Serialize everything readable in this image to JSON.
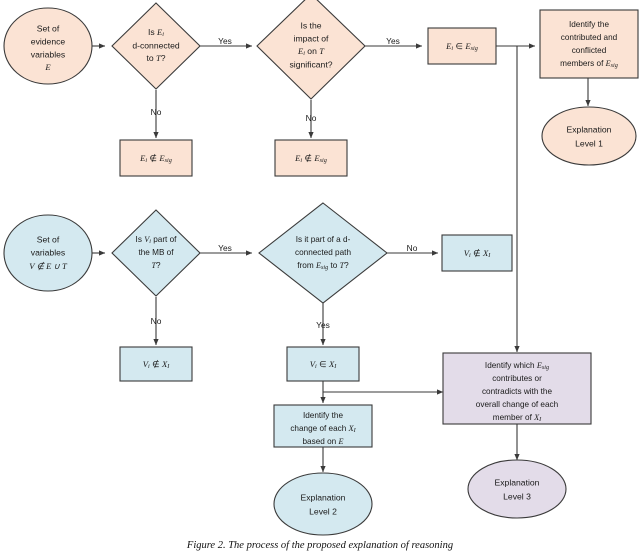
{
  "figure": {
    "caption": "Figure 2. The process of the proposed explanation of reasoning",
    "colors": {
      "peach_fill": "#fbe3d4",
      "blue_fill": "#d4e9f0",
      "lilac_fill": "#e3dce9",
      "stroke": "#3a3a3a",
      "background": "#ffffff"
    }
  },
  "chart_data": {
    "type": "diagram",
    "title": "Figure 2. The process of the proposed explanation of reasoning",
    "nodes": [
      {
        "id": "start-evidence",
        "shape": "ellipse",
        "color": "peach",
        "lines": [
          "Set of",
          "evidence",
          "variables",
          "E"
        ]
      },
      {
        "id": "q-d-connected",
        "shape": "diamond",
        "color": "peach",
        "lines": [
          "Is Ei",
          "d-connected",
          "to T?"
        ]
      },
      {
        "id": "no-esig-1",
        "shape": "rect",
        "color": "peach",
        "lines": [
          "Ei ∉ Esig"
        ]
      },
      {
        "id": "q-impact-significant",
        "shape": "diamond",
        "color": "peach",
        "lines": [
          "Is the",
          "impact of",
          "Ei on T",
          "significant?"
        ]
      },
      {
        "id": "no-esig-2",
        "shape": "rect",
        "color": "peach",
        "lines": [
          "Ei ∉ Esig"
        ]
      },
      {
        "id": "in-esig",
        "shape": "rect",
        "color": "peach",
        "lines": [
          "Ei ∈ Esig"
        ]
      },
      {
        "id": "identify-contributed",
        "shape": "rect",
        "color": "peach",
        "lines": [
          "Identify the",
          "contributed and",
          "conflicted",
          "members of Esig"
        ]
      },
      {
        "id": "explanation-level-1",
        "shape": "ellipse",
        "color": "peach",
        "lines": [
          "Explanation",
          "Level 1"
        ]
      },
      {
        "id": "start-variables",
        "shape": "ellipse",
        "color": "blue",
        "lines": [
          "Set of",
          "variables",
          "V ∉ E ∪ T"
        ]
      },
      {
        "id": "q-markov-blanket",
        "shape": "diamond",
        "color": "blue",
        "lines": [
          "Is Vi part of",
          "the MB of",
          "T?"
        ]
      },
      {
        "id": "not-in-xi-1",
        "shape": "rect",
        "color": "blue",
        "lines": [
          "Vi ∉ XI"
        ]
      },
      {
        "id": "q-d-connected-path",
        "shape": "diamond",
        "color": "blue",
        "lines": [
          "Is it part of a d-",
          "connected path",
          "from Esig to T?"
        ]
      },
      {
        "id": "not-in-xi-2",
        "shape": "rect",
        "color": "blue",
        "lines": [
          "Vi ∉ XI"
        ]
      },
      {
        "id": "in-xi",
        "shape": "rect",
        "color": "blue",
        "lines": [
          "Vi ∈ XI"
        ]
      },
      {
        "id": "identify-change",
        "shape": "rect",
        "color": "blue",
        "lines": [
          "Identify the",
          "change of each XI",
          "based on E"
        ]
      },
      {
        "id": "explanation-level-2",
        "shape": "ellipse",
        "color": "blue",
        "lines": [
          "Explanation",
          "Level 2"
        ]
      },
      {
        "id": "identify-which-esig",
        "shape": "rect",
        "color": "lilac",
        "lines": [
          "Identify which Esig",
          "contributes or",
          "contradicts with the",
          "overall change of each",
          "member of XI"
        ]
      },
      {
        "id": "explanation-level-3",
        "shape": "ellipse",
        "color": "lilac",
        "lines": [
          "Explanation",
          "Level 3"
        ]
      }
    ],
    "edge_labels": [
      "Yes",
      "No",
      "Yes",
      "No",
      "Yes",
      "No",
      "No",
      "Yes"
    ],
    "edges": [
      {
        "from": "start-evidence",
        "to": "q-d-connected",
        "label": ""
      },
      {
        "from": "q-d-connected",
        "to": "q-impact-significant",
        "label": "Yes"
      },
      {
        "from": "q-d-connected",
        "to": "no-esig-1",
        "label": "No"
      },
      {
        "from": "q-impact-significant",
        "to": "in-esig",
        "label": "Yes"
      },
      {
        "from": "q-impact-significant",
        "to": "no-esig-2",
        "label": "No"
      },
      {
        "from": "in-esig",
        "to": "identify-contributed",
        "label": ""
      },
      {
        "from": "in-esig",
        "to": "identify-which-esig",
        "label": ""
      },
      {
        "from": "identify-contributed",
        "to": "explanation-level-1",
        "label": ""
      },
      {
        "from": "start-variables",
        "to": "q-markov-blanket",
        "label": ""
      },
      {
        "from": "q-markov-blanket",
        "to": "q-d-connected-path",
        "label": "Yes"
      },
      {
        "from": "q-markov-blanket",
        "to": "not-in-xi-1",
        "label": "No"
      },
      {
        "from": "q-d-connected-path",
        "to": "not-in-xi-2",
        "label": "No"
      },
      {
        "from": "q-d-connected-path",
        "to": "in-xi",
        "label": "Yes"
      },
      {
        "from": "in-xi",
        "to": "identify-change",
        "label": ""
      },
      {
        "from": "in-xi",
        "to": "identify-which-esig",
        "label": ""
      },
      {
        "from": "identify-change",
        "to": "explanation-level-2",
        "label": ""
      },
      {
        "from": "identify-which-esig",
        "to": "explanation-level-3",
        "label": ""
      }
    ]
  },
  "labels": {
    "yes": "Yes",
    "no": "No"
  },
  "nodes": {
    "start_evidence": {
      "l1": "Set of",
      "l2": "evidence",
      "l3": "variables",
      "l4": "E"
    },
    "q_d_connected": {
      "l1": "Is ",
      "l1b": "E",
      "l1sub": "i",
      "l2": "d-connected",
      "l3a": "to ",
      "l3b": "T",
      "l3c": "?"
    },
    "no_esig_1": {
      "v": "E",
      "vsub": "i",
      "op": " ∉ ",
      "r": "E",
      "rsub": "sig"
    },
    "q_impact": {
      "l1": "Is the",
      "l2": "impact of",
      "l3a": "E",
      "l3sub": "i",
      "l3b": " on ",
      "l3c": "T",
      "l4": "significant?"
    },
    "no_esig_2": {
      "v": "E",
      "vsub": "i",
      "op": " ∉ ",
      "r": "E",
      "rsub": "sig"
    },
    "in_esig": {
      "v": "E",
      "vsub": "i",
      "op": " ∈ ",
      "r": "E",
      "rsub": "sig"
    },
    "identify_contributed": {
      "l1": "Identify the",
      "l2": "contributed and",
      "l3": "conflicted",
      "l4a": "members of ",
      "l4b": "E",
      "l4sub": "sig"
    },
    "explanation_1": {
      "l1": "Explanation",
      "l2": "Level 1"
    },
    "start_variables": {
      "l1": "Set of",
      "l2": "variables",
      "l3": "V ∉ E ∪ T"
    },
    "q_markov": {
      "l1a": "Is ",
      "l1b": "V",
      "l1sub": "i",
      "l1c": " part of",
      "l2": "the MB of",
      "l3a": "T",
      "l3b": "?"
    },
    "not_in_xi_1": {
      "v": "V",
      "vsub": "i",
      "op": " ∉ ",
      "r": "X",
      "rsub": "I"
    },
    "q_d_path": {
      "l1": "Is it part of a d-",
      "l2": "connected path",
      "l3a": "from ",
      "l3b": "E",
      "l3sub": "sig",
      "l3c": " to ",
      "l3d": "T",
      "l3e": "?"
    },
    "not_in_xi_2": {
      "v": "V",
      "vsub": "i",
      "op": " ∉ ",
      "r": "X",
      "rsub": "I"
    },
    "in_xi": {
      "v": "V",
      "vsub": "i",
      "op": " ∈ ",
      "r": "X",
      "rsub": "I"
    },
    "identify_change": {
      "l1": "Identify the",
      "l2a": "change of each ",
      "l2b": "X",
      "l2sub": "I",
      "l3a": "based on ",
      "l3b": "E"
    },
    "explanation_2": {
      "l1": "Explanation",
      "l2": "Level 2"
    },
    "identify_which": {
      "l1a": "Identify which ",
      "l1b": "E",
      "l1sub": "sig",
      "l2": "contributes or",
      "l3": "contradicts with the",
      "l4": "overall change of each",
      "l5a": "member of ",
      "l5b": "X",
      "l5sub": "I"
    },
    "explanation_3": {
      "l1": "Explanation",
      "l2": "Level 3"
    }
  }
}
